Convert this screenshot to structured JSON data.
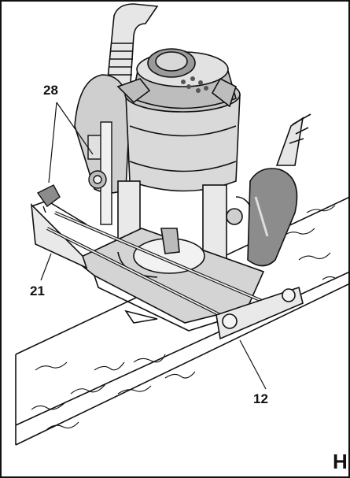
{
  "figure": {
    "letter": "H",
    "callouts": {
      "c28": "28",
      "c21": "21",
      "c12": "12"
    }
  },
  "colors": {
    "ink": "#111111",
    "machine_fill": "#d6d6d6",
    "machine_dark": "#8c8c8c",
    "background": "#ffffff"
  }
}
